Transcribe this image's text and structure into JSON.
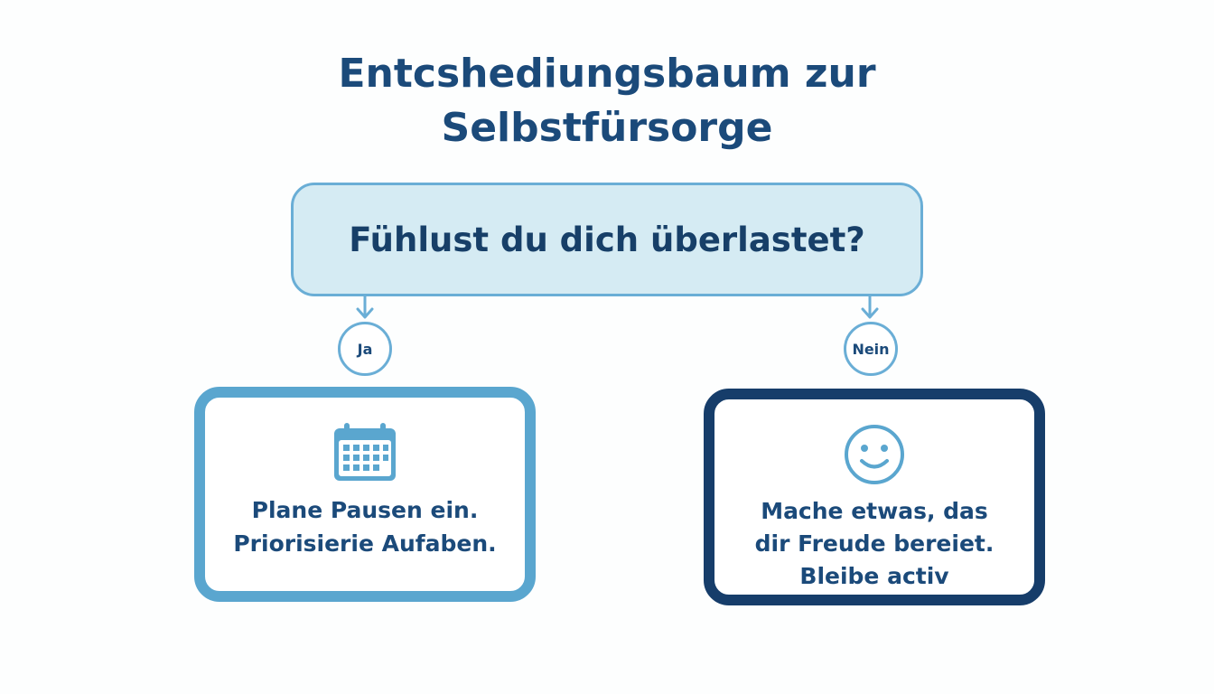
{
  "title": {
    "line1": "Entcshediungsbaum zur",
    "line2": "Selbstfürsorge"
  },
  "question": "Fühlust du dich überlastet?",
  "branches": {
    "yes": {
      "label": "Ja",
      "icon": "calendar-icon",
      "lines": [
        "Plane Pausen ein.",
        "Priorisierie Aufaben."
      ]
    },
    "no": {
      "label": "Nein",
      "icon": "smiley-face-icon",
      "lines": [
        "Mache etwas, das",
        "dir Freude bereiet.",
        "Bleibe activ"
      ]
    }
  },
  "colors": {
    "title": "#1b4a7a",
    "question_fill": "#d5ebf3",
    "light_blue": "#5aa6cf",
    "dark_blue": "#163d6a"
  }
}
